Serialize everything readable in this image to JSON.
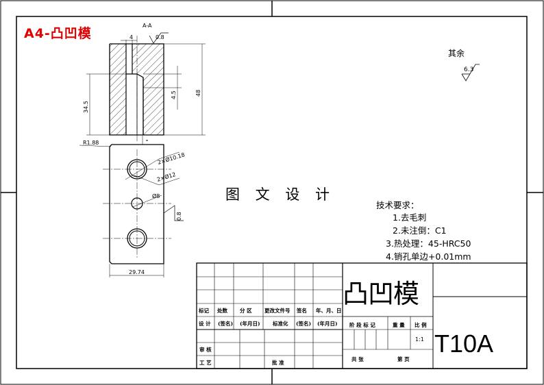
{
  "drawing": {
    "title": "A4-凸凹模",
    "watermark": "图 文 设 计",
    "section_label": "A-A",
    "roughness_default_label": "其余",
    "roughness_default_value": "6.3",
    "roughness_top": "0.8",
    "roughness_side": "0.8",
    "dims": {
      "slot_width": "4",
      "height_34_5": "34.5",
      "height_48": "48",
      "depth_4_5": "4.5",
      "radius": "R1.88",
      "hole1": "2×Ø10.18",
      "hole2": "2×Ø12",
      "hole3": "Ø8",
      "width": "29.74"
    }
  },
  "requirements": {
    "heading": "技术要求：",
    "items": [
      "1.去毛刺",
      "2.未注倒：C1",
      "3.热处理：45-HRC50",
      "4.销孔单边+0.01mm"
    ]
  },
  "title_block": {
    "part_name": "凸凹模",
    "drawing_code": "T10A",
    "scale_value": "1:1",
    "row_labels": {
      "mark": "标记",
      "count": "处数",
      "zone": "分 区",
      "doc": "更改文件号",
      "sign": "签名",
      "date": "年、月、日",
      "design": "设 计",
      "sign2": "(签名)",
      "date2": "(年月日)",
      "std": "标准化",
      "sign3": "(签名)",
      "date3": "(年月日)",
      "review": "审 核",
      "process": "工 艺",
      "approve": "批 准",
      "stage": "阶 段 标 记",
      "weight": "重 量",
      "scale": "比 例",
      "total": "共  张",
      "page": "第  页"
    }
  }
}
